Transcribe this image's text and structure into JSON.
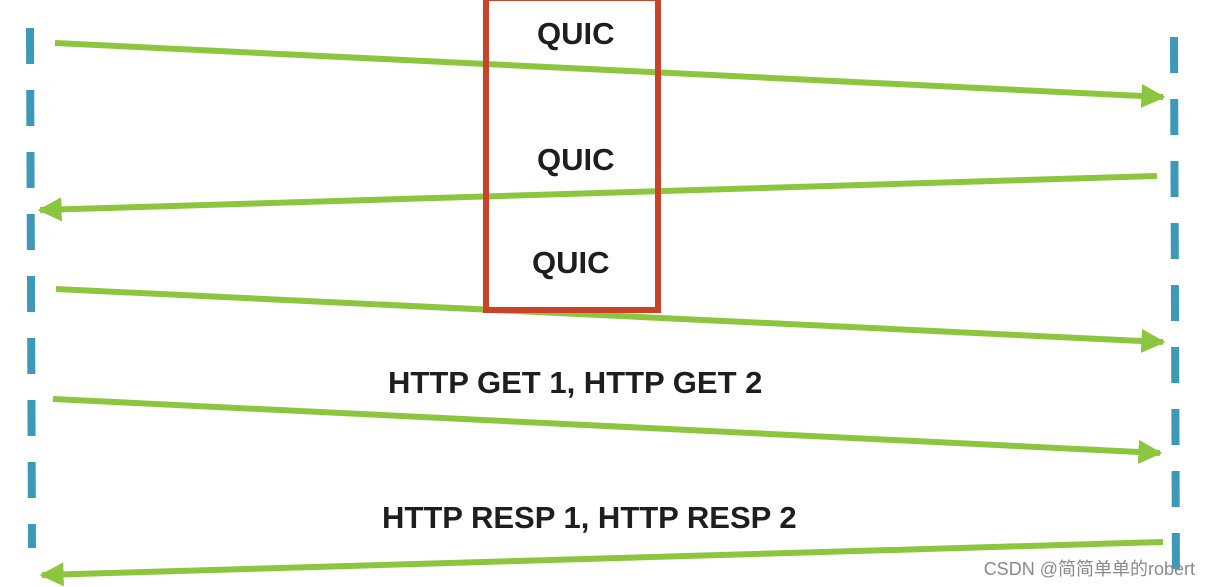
{
  "colors": {
    "arrow": "#8cc63f",
    "timeline": "#3c9ab8",
    "box": "#c8432a",
    "text": "#1e1e1e",
    "watermark": "#8a8a8a"
  },
  "labels": {
    "quic_1": "QUIC",
    "quic_2": "QUIC",
    "quic_3": "QUIC",
    "http_get": "HTTP GET 1, HTTP GET 2",
    "http_resp": "HTTP RESP 1, HTTP RESP 2"
  },
  "messages": [
    {
      "direction": "client-to-server"
    },
    {
      "direction": "server-to-client"
    },
    {
      "direction": "client-to-server"
    },
    {
      "direction": "client-to-server"
    },
    {
      "direction": "server-to-client"
    }
  ],
  "watermark": "CSDN @简简单单的robert"
}
